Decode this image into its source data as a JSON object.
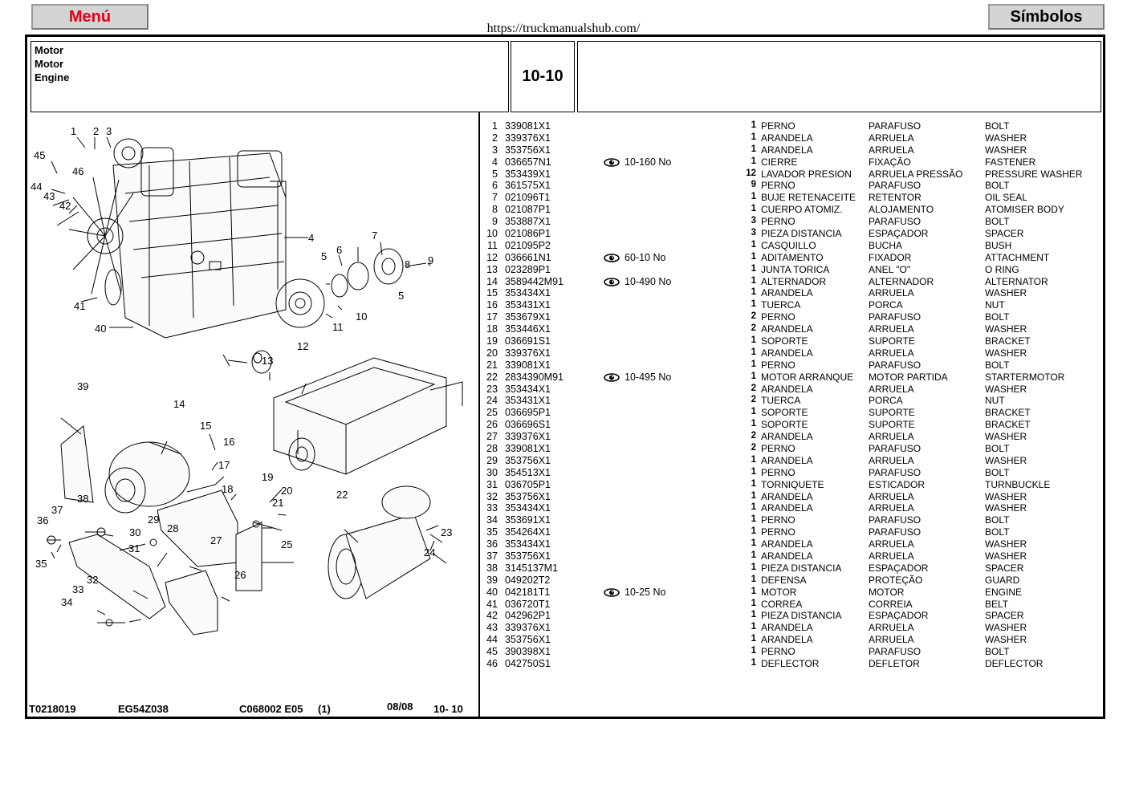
{
  "header": {
    "menu_label": "Menú",
    "symbols_label": "Símbolos",
    "url": "https://truckmanualshub.com/"
  },
  "title": {
    "line1": "Motor",
    "line2": "Motor",
    "line3": "Engine",
    "code": "10-10"
  },
  "footer": {
    "doc_id": "T0218019",
    "model": "EG54Z038",
    "ref": "C068002  E05",
    "rev": "(1)",
    "date": "08/08",
    "section": "10- 10"
  },
  "icons": {
    "eye": "eye-icon"
  },
  "parts": [
    {
      "no": "1",
      "ref": "339081X1",
      "link": "",
      "qty": "1",
      "es": "PERNO",
      "pt": "PARAFUSO",
      "en": "BOLT"
    },
    {
      "no": "2",
      "ref": "339376X1",
      "link": "",
      "qty": "1",
      "es": "ARANDELA",
      "pt": "ARRUELA",
      "en": "WASHER"
    },
    {
      "no": "3",
      "ref": "353756X1",
      "link": "",
      "qty": "1",
      "es": "ARANDELA",
      "pt": "ARRUELA",
      "en": "WASHER"
    },
    {
      "no": "4",
      "ref": "036657N1",
      "link": "10-160 No",
      "qty": "1",
      "es": "CIERRE",
      "pt": "FIXAÇÃO",
      "en": "FASTENER"
    },
    {
      "no": "5",
      "ref": "353439X1",
      "link": "",
      "qty": "12",
      "es": "LAVADOR PRESION",
      "pt": "ARRUELA PRESSÃO",
      "en": "PRESSURE WASHER"
    },
    {
      "no": "6",
      "ref": "361575X1",
      "link": "",
      "qty": "9",
      "es": "PERNO",
      "pt": "PARAFUSO",
      "en": "BOLT"
    },
    {
      "no": "7",
      "ref": "021096T1",
      "link": "",
      "qty": "1",
      "es": "BUJE RETENACEITE",
      "pt": "RETENTOR",
      "en": "OIL SEAL"
    },
    {
      "no": "8",
      "ref": "021087P1",
      "link": "",
      "qty": "1",
      "es": "CUERPO ATOMIZ.",
      "pt": "ALOJAMENTO",
      "en": "ATOMISER BODY"
    },
    {
      "no": "9",
      "ref": "353887X1",
      "link": "",
      "qty": "3",
      "es": "PERNO",
      "pt": "PARAFUSO",
      "en": "BOLT"
    },
    {
      "no": "10",
      "ref": "021086P1",
      "link": "",
      "qty": "3",
      "es": "PIEZA DISTANCIA",
      "pt": "ESPAÇADOR",
      "en": "SPACER"
    },
    {
      "no": "11",
      "ref": "021095P2",
      "link": "",
      "qty": "1",
      "es": "CASQUILLO",
      "pt": "BUCHA",
      "en": "BUSH"
    },
    {
      "no": "12",
      "ref": "036661N1",
      "link": "60-10 No",
      "qty": "1",
      "es": "ADITAMENTO",
      "pt": "FIXADOR",
      "en": "ATTACHMENT"
    },
    {
      "no": "13",
      "ref": "023289P1",
      "link": "",
      "qty": "1",
      "es": "JUNTA TORICA",
      "pt": "ANEL \"O\"",
      "en": "O RING"
    },
    {
      "no": "14",
      "ref": "3589442M91",
      "link": "10-490 No",
      "qty": "1",
      "es": "ALTERNADOR",
      "pt": "ALTERNADOR",
      "en": "ALTERNATOR"
    },
    {
      "no": "15",
      "ref": "353434X1",
      "link": "",
      "qty": "1",
      "es": "ARANDELA",
      "pt": "ARRUELA",
      "en": "WASHER"
    },
    {
      "no": "16",
      "ref": "353431X1",
      "link": "",
      "qty": "1",
      "es": "TUERCA",
      "pt": "PORCA",
      "en": "NUT"
    },
    {
      "no": "17",
      "ref": "353679X1",
      "link": "",
      "qty": "2",
      "es": "PERNO",
      "pt": "PARAFUSO",
      "en": "BOLT"
    },
    {
      "no": "18",
      "ref": "353446X1",
      "link": "",
      "qty": "2",
      "es": "ARANDELA",
      "pt": "ARRUELA",
      "en": "WASHER"
    },
    {
      "no": "19",
      "ref": "036691S1",
      "link": "",
      "qty": "1",
      "es": "SOPORTE",
      "pt": "SUPORTE",
      "en": "BRACKET"
    },
    {
      "no": "20",
      "ref": "339376X1",
      "link": "",
      "qty": "1",
      "es": "ARANDELA",
      "pt": "ARRUELA",
      "en": "WASHER"
    },
    {
      "no": "21",
      "ref": "339081X1",
      "link": "",
      "qty": "1",
      "es": "PERNO",
      "pt": "PARAFUSO",
      "en": "BOLT"
    },
    {
      "no": "22",
      "ref": "2834390M91",
      "link": "10-495 No",
      "qty": "1",
      "es": "MOTOR ARRANQUE",
      "pt": "MOTOR PARTIDA",
      "en": "STARTERMOTOR"
    },
    {
      "no": "23",
      "ref": "353434X1",
      "link": "",
      "qty": "2",
      "es": "ARANDELA",
      "pt": "ARRUELA",
      "en": "WASHER"
    },
    {
      "no": "24",
      "ref": "353431X1",
      "link": "",
      "qty": "2",
      "es": "TUERCA",
      "pt": "PORCA",
      "en": "NUT"
    },
    {
      "no": "25",
      "ref": "036695P1",
      "link": "",
      "qty": "1",
      "es": "SOPORTE",
      "pt": "SUPORTE",
      "en": "BRACKET"
    },
    {
      "no": "26",
      "ref": "036696S1",
      "link": "",
      "qty": "1",
      "es": "SOPORTE",
      "pt": "SUPORTE",
      "en": "BRACKET"
    },
    {
      "no": "27",
      "ref": "339376X1",
      "link": "",
      "qty": "2",
      "es": "ARANDELA",
      "pt": "ARRUELA",
      "en": "WASHER"
    },
    {
      "no": "28",
      "ref": "339081X1",
      "link": "",
      "qty": "2",
      "es": "PERNO",
      "pt": "PARAFUSO",
      "en": "BOLT"
    },
    {
      "no": "29",
      "ref": "353756X1",
      "link": "",
      "qty": "1",
      "es": "ARANDELA",
      "pt": "ARRUELA",
      "en": "WASHER"
    },
    {
      "no": "30",
      "ref": "354513X1",
      "link": "",
      "qty": "1",
      "es": "PERNO",
      "pt": "PARAFUSO",
      "en": "BOLT"
    },
    {
      "no": "31",
      "ref": "036705P1",
      "link": "",
      "qty": "1",
      "es": "TORNIQUETE",
      "pt": "ESTICADOR",
      "en": "TURNBUCKLE"
    },
    {
      "no": "32",
      "ref": "353756X1",
      "link": "",
      "qty": "1",
      "es": "ARANDELA",
      "pt": "ARRUELA",
      "en": "WASHER"
    },
    {
      "no": "33",
      "ref": "353434X1",
      "link": "",
      "qty": "1",
      "es": "ARANDELA",
      "pt": "ARRUELA",
      "en": "WASHER"
    },
    {
      "no": "34",
      "ref": "353691X1",
      "link": "",
      "qty": "1",
      "es": "PERNO",
      "pt": "PARAFUSO",
      "en": "BOLT"
    },
    {
      "no": "35",
      "ref": "354264X1",
      "link": "",
      "qty": "1",
      "es": "PERNO",
      "pt": "PARAFUSO",
      "en": "BOLT"
    },
    {
      "no": "36",
      "ref": "353434X1",
      "link": "",
      "qty": "1",
      "es": "ARANDELA",
      "pt": "ARRUELA",
      "en": "WASHER"
    },
    {
      "no": "37",
      "ref": "353756X1",
      "link": "",
      "qty": "1",
      "es": "ARANDELA",
      "pt": "ARRUELA",
      "en": "WASHER"
    },
    {
      "no": "38",
      "ref": "3145137M1",
      "link": "",
      "qty": "1",
      "es": "PIEZA DISTANCIA",
      "pt": "ESPAÇADOR",
      "en": "SPACER"
    },
    {
      "no": "39",
      "ref": "049202T2",
      "link": "",
      "qty": "1",
      "es": "DEFENSA",
      "pt": "PROTEÇÃO",
      "en": "GUARD"
    },
    {
      "no": "40",
      "ref": "042181T1",
      "link": "10-25 No",
      "qty": "1",
      "es": "MOTOR",
      "pt": "MOTOR",
      "en": "ENGINE"
    },
    {
      "no": "41",
      "ref": "036720T1",
      "link": "",
      "qty": "1",
      "es": "CORREA",
      "pt": "CORREIA",
      "en": "BELT"
    },
    {
      "no": "42",
      "ref": "042962P1",
      "link": "",
      "qty": "1",
      "es": "PIEZA DISTANCIA",
      "pt": "ESPAÇADOR",
      "en": "SPACER"
    },
    {
      "no": "43",
      "ref": "339376X1",
      "link": "",
      "qty": "1",
      "es": "ARANDELA",
      "pt": "ARRUELA",
      "en": "WASHER"
    },
    {
      "no": "44",
      "ref": "353756X1",
      "link": "",
      "qty": "1",
      "es": "ARANDELA",
      "pt": "ARRUELA",
      "en": "WASHER"
    },
    {
      "no": "45",
      "ref": "390398X1",
      "link": "",
      "qty": "1",
      "es": "PERNO",
      "pt": "PARAFUSO",
      "en": "BOLT"
    },
    {
      "no": "46",
      "ref": "042750S1",
      "link": "",
      "qty": "1",
      "es": "DEFLECTOR",
      "pt": "DEFLETOR",
      "en": "DEFLECTOR"
    }
  ],
  "callouts": [
    "1",
    "2",
    "3",
    "4",
    "5",
    "6",
    "7",
    "8",
    "9",
    "10",
    "11",
    "12",
    "13",
    "14",
    "15",
    "16",
    "17",
    "18",
    "19",
    "20",
    "21",
    "22",
    "23",
    "24",
    "25",
    "26",
    "27",
    "28",
    "29",
    "30",
    "31",
    "32",
    "33",
    "34",
    "35",
    "36",
    "37",
    "38",
    "39",
    "40",
    "41",
    "42",
    "43",
    "44",
    "45",
    "46",
    "5"
  ]
}
